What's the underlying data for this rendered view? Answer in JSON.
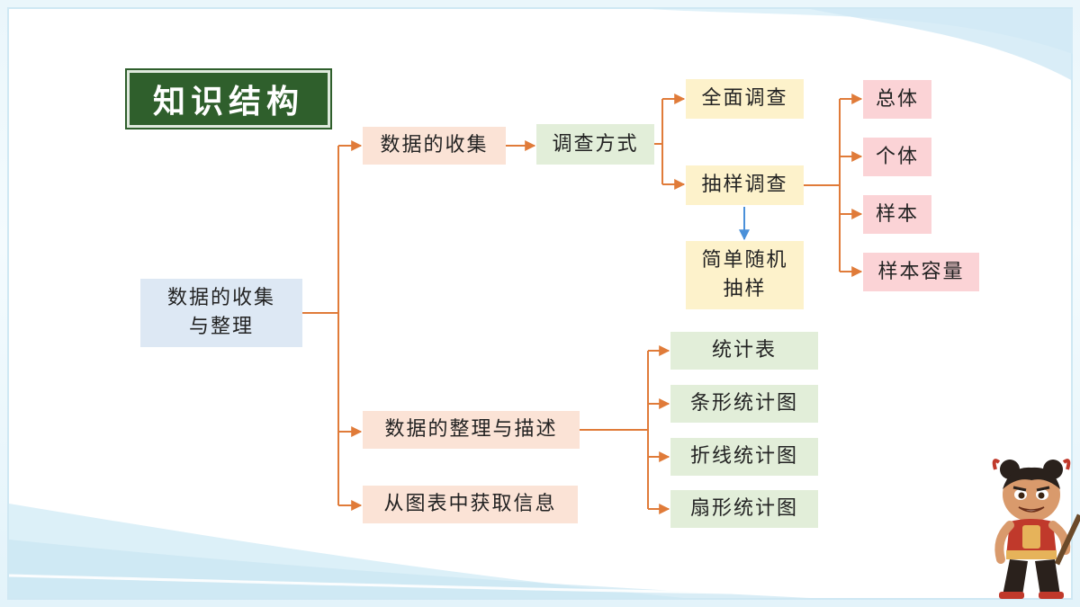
{
  "title": "知识结构",
  "nodes": {
    "root": "数据的收集\n与整理",
    "collect": "数据的收集",
    "survey_method": "调查方式",
    "census": "全面调查",
    "sampling": "抽样调查",
    "random_sampling": "简单随机\n抽样",
    "population": "总体",
    "individual": "个体",
    "sample": "样本",
    "sample_size": "样本容量",
    "organize": "数据的整理与描述",
    "stat_table": "统计表",
    "bar_chart": "条形统计图",
    "line_chart": "折线统计图",
    "pie_chart": "扇形统计图",
    "info": "从图表中获取信息"
  },
  "colors": {
    "title_bg": "#2f5f2c",
    "connector_orange": "#e07b39",
    "connector_blue": "#4a90d9"
  }
}
